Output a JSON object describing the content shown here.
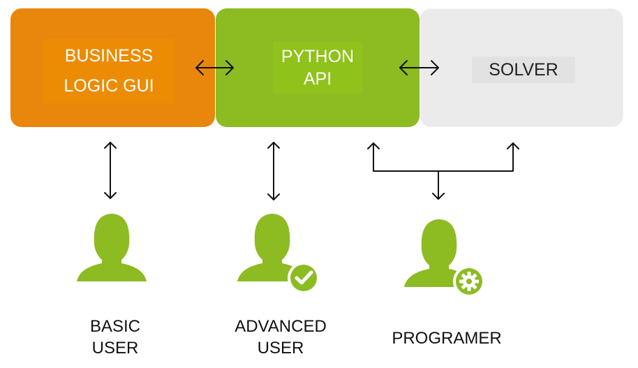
{
  "boxes": {
    "gui": {
      "line1": "BUSINESS",
      "line2": "LOGIC GUI",
      "color": "#e8870c"
    },
    "api": {
      "line1": "PYTHON",
      "line2": "API",
      "color": "#8dbb22"
    },
    "solver": {
      "label": "SOLVER",
      "color": "#ebebeb"
    }
  },
  "users": [
    {
      "line1": "BASIC",
      "line2": "USER",
      "icon": "user-icon"
    },
    {
      "line1": "ADVANCED",
      "line2": "USER",
      "icon": "user-check-icon"
    },
    {
      "line1": "PROGRAMER",
      "icon": "user-gear-icon"
    }
  ],
  "colors": {
    "user_icon": "#8dbb22",
    "arrow": "#111111"
  }
}
